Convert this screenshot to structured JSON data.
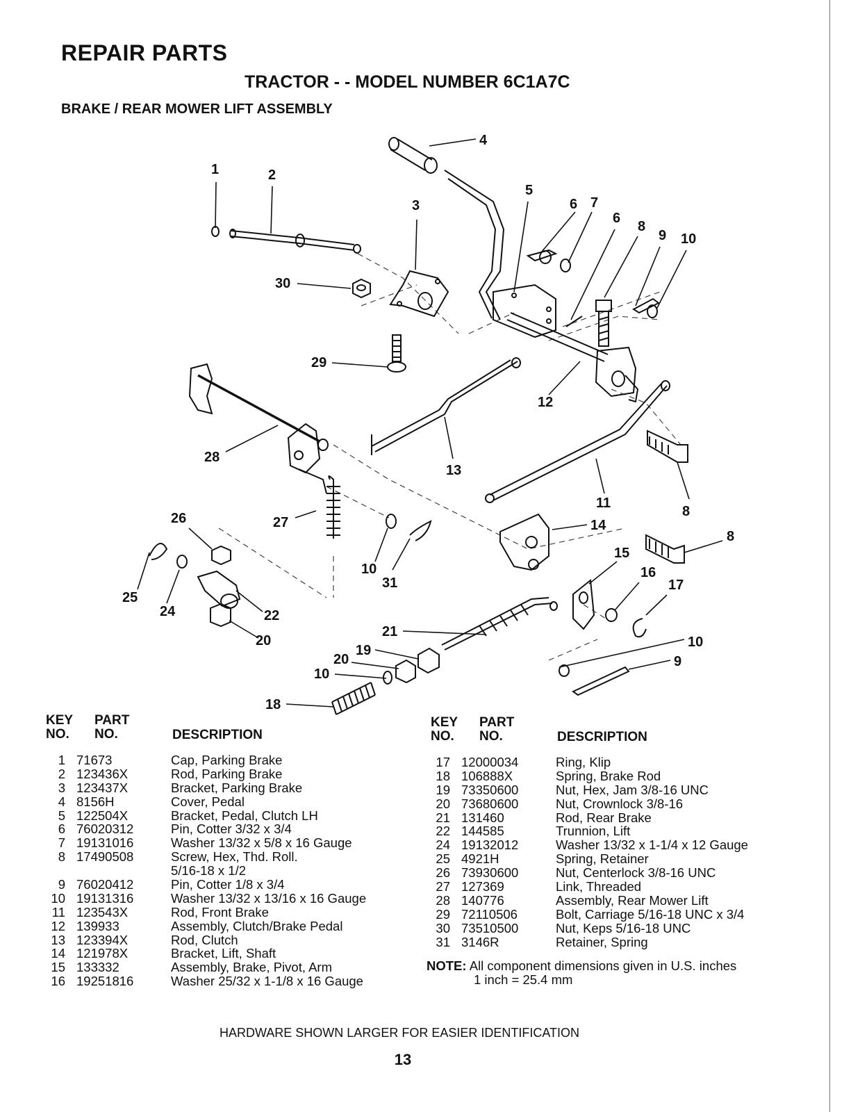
{
  "header": {
    "title": "REPAIR PARTS",
    "model_line": "TRACTOR  - - MODEL NUMBER 6C1A7C",
    "section": "BRAKE / REAR MOWER LIFT ASSEMBLY"
  },
  "callouts": [
    {
      "label": "1"
    },
    {
      "label": "2"
    },
    {
      "label": "3"
    },
    {
      "label": "4"
    },
    {
      "label": "5"
    },
    {
      "label": "6"
    },
    {
      "label": "7"
    },
    {
      "label": "6"
    },
    {
      "label": "8"
    },
    {
      "label": "9"
    },
    {
      "label": "10"
    },
    {
      "label": "30"
    },
    {
      "label": "29"
    },
    {
      "label": "12"
    },
    {
      "label": "28"
    },
    {
      "label": "13"
    },
    {
      "label": "11"
    },
    {
      "label": "8"
    },
    {
      "label": "26"
    },
    {
      "label": "27"
    },
    {
      "label": "14"
    },
    {
      "label": "8"
    },
    {
      "label": "15"
    },
    {
      "label": "16"
    },
    {
      "label": "17"
    },
    {
      "label": "10"
    },
    {
      "label": "31"
    },
    {
      "label": "25"
    },
    {
      "label": "24"
    },
    {
      "label": "22"
    },
    {
      "label": "20"
    },
    {
      "label": "21"
    },
    {
      "label": "10"
    },
    {
      "label": "19"
    },
    {
      "label": "20"
    },
    {
      "label": "9"
    },
    {
      "label": "10"
    },
    {
      "label": "18"
    }
  ],
  "table": {
    "col_key": "KEY",
    "col_key2": "NO.",
    "col_part": "PART",
    "col_part2": "NO.",
    "col_desc": "DESCRIPTION",
    "left_rows": [
      {
        "key": "1",
        "part": "71673",
        "desc": "Cap, Parking Brake"
      },
      {
        "key": "2",
        "part": "123436X",
        "desc": "Rod, Parking Brake"
      },
      {
        "key": "3",
        "part": "123437X",
        "desc": "Bracket, Parking Brake"
      },
      {
        "key": "4",
        "part": "8156H",
        "desc": "Cover, Pedal"
      },
      {
        "key": "5",
        "part": "122504X",
        "desc": "Bracket, Pedal, Clutch LH"
      },
      {
        "key": "6",
        "part": "76020312",
        "desc": "Pin, Cotter  3/32 x 3/4"
      },
      {
        "key": "7",
        "part": "19131016",
        "desc": "Washer  13/32 x 5/8 x 16 Gauge"
      },
      {
        "key": "8",
        "part": "17490508",
        "desc": "Screw, Hex, Thd. Roll.",
        "desc2": "5/16-18 x 1/2"
      },
      {
        "key": "9",
        "part": "76020412",
        "desc": "Pin, Cotter  1/8 x 3/4"
      },
      {
        "key": "10",
        "part": "19131316",
        "desc": "Washer  13/32 x 13/16 x 16 Gauge"
      },
      {
        "key": "11",
        "part": "123543X",
        "desc": "Rod, Front Brake"
      },
      {
        "key": "12",
        "part": "139933",
        "desc": "Assembly, Clutch/Brake Pedal"
      },
      {
        "key": "13",
        "part": "123394X",
        "desc": "Rod, Clutch"
      },
      {
        "key": "14",
        "part": "121978X",
        "desc": "Bracket, Lift, Shaft"
      },
      {
        "key": "15",
        "part": "133332",
        "desc": "Assembly, Brake, Pivot, Arm"
      },
      {
        "key": "16",
        "part": "19251816",
        "desc": "Washer  25/32 x 1-1/8 x 16 Gauge"
      }
    ],
    "right_rows": [
      {
        "key": "17",
        "part": "12000034",
        "desc": "Ring, Klip"
      },
      {
        "key": "18",
        "part": "106888X",
        "desc": "Spring, Brake Rod"
      },
      {
        "key": "19",
        "part": "73350600",
        "desc": "Nut, Hex, Jam  3/8-16 UNC"
      },
      {
        "key": "20",
        "part": "73680600",
        "desc": "Nut, Crownlock  3/8-16"
      },
      {
        "key": "21",
        "part": "131460",
        "desc": "Rod, Rear Brake"
      },
      {
        "key": "22",
        "part": "144585",
        "desc": "Trunnion, Lift"
      },
      {
        "key": "24",
        "part": "19132012",
        "desc": "Washer  13/32 x 1-1/4 x 12 Gauge"
      },
      {
        "key": "25",
        "part": "4921H",
        "desc": "Spring, Retainer"
      },
      {
        "key": "26",
        "part": "73930600",
        "desc": "Nut, Centerlock  3/8-16 UNC"
      },
      {
        "key": "27",
        "part": "127369",
        "desc": "Link, Threaded"
      },
      {
        "key": "28",
        "part": "140776",
        "desc": "Assembly, Rear Mower Lift"
      },
      {
        "key": "29",
        "part": "72110506",
        "desc": "Bolt, Carriage  5/16-18 UNC x 3/4"
      },
      {
        "key": "30",
        "part": "73510500",
        "desc": "Nut, Keps  5/16-18 UNC"
      },
      {
        "key": "31",
        "part": "3146R",
        "desc": "Retainer, Spring"
      }
    ]
  },
  "note": {
    "label": "NOTE:",
    "line1": "All component dimensions given in U.S. inches",
    "line2": "1 inch = 25.4 mm"
  },
  "footer": "HARDWARE SHOWN LARGER FOR EASIER IDENTIFICATION",
  "page_number": "13"
}
